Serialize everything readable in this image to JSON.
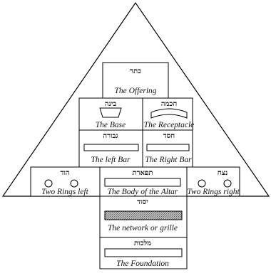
{
  "diagram": {
    "keter": {
      "hebrew": "כתר",
      "label": "The Offering"
    },
    "binah": {
      "hebrew": "בינה",
      "label": "The Base"
    },
    "chochmah": {
      "hebrew": "חכמה",
      "label": "The Receptacle"
    },
    "gevurah": {
      "hebrew": "גבורה",
      "label": "The left Bar"
    },
    "chesed": {
      "hebrew": "חסד",
      "label": "The Right Bar"
    },
    "hod": {
      "hebrew": "הוד",
      "label": "Two Rings left"
    },
    "tiferet": {
      "hebrew": "תפארת",
      "label": "The Body of the Altar"
    },
    "netzach": {
      "hebrew": "נצח",
      "label": "Two Rings right"
    },
    "yesod": {
      "hebrew": "יסוד",
      "label": "The network or grille"
    },
    "malchut": {
      "hebrew": "מלכות",
      "label": "The Foundation"
    }
  }
}
